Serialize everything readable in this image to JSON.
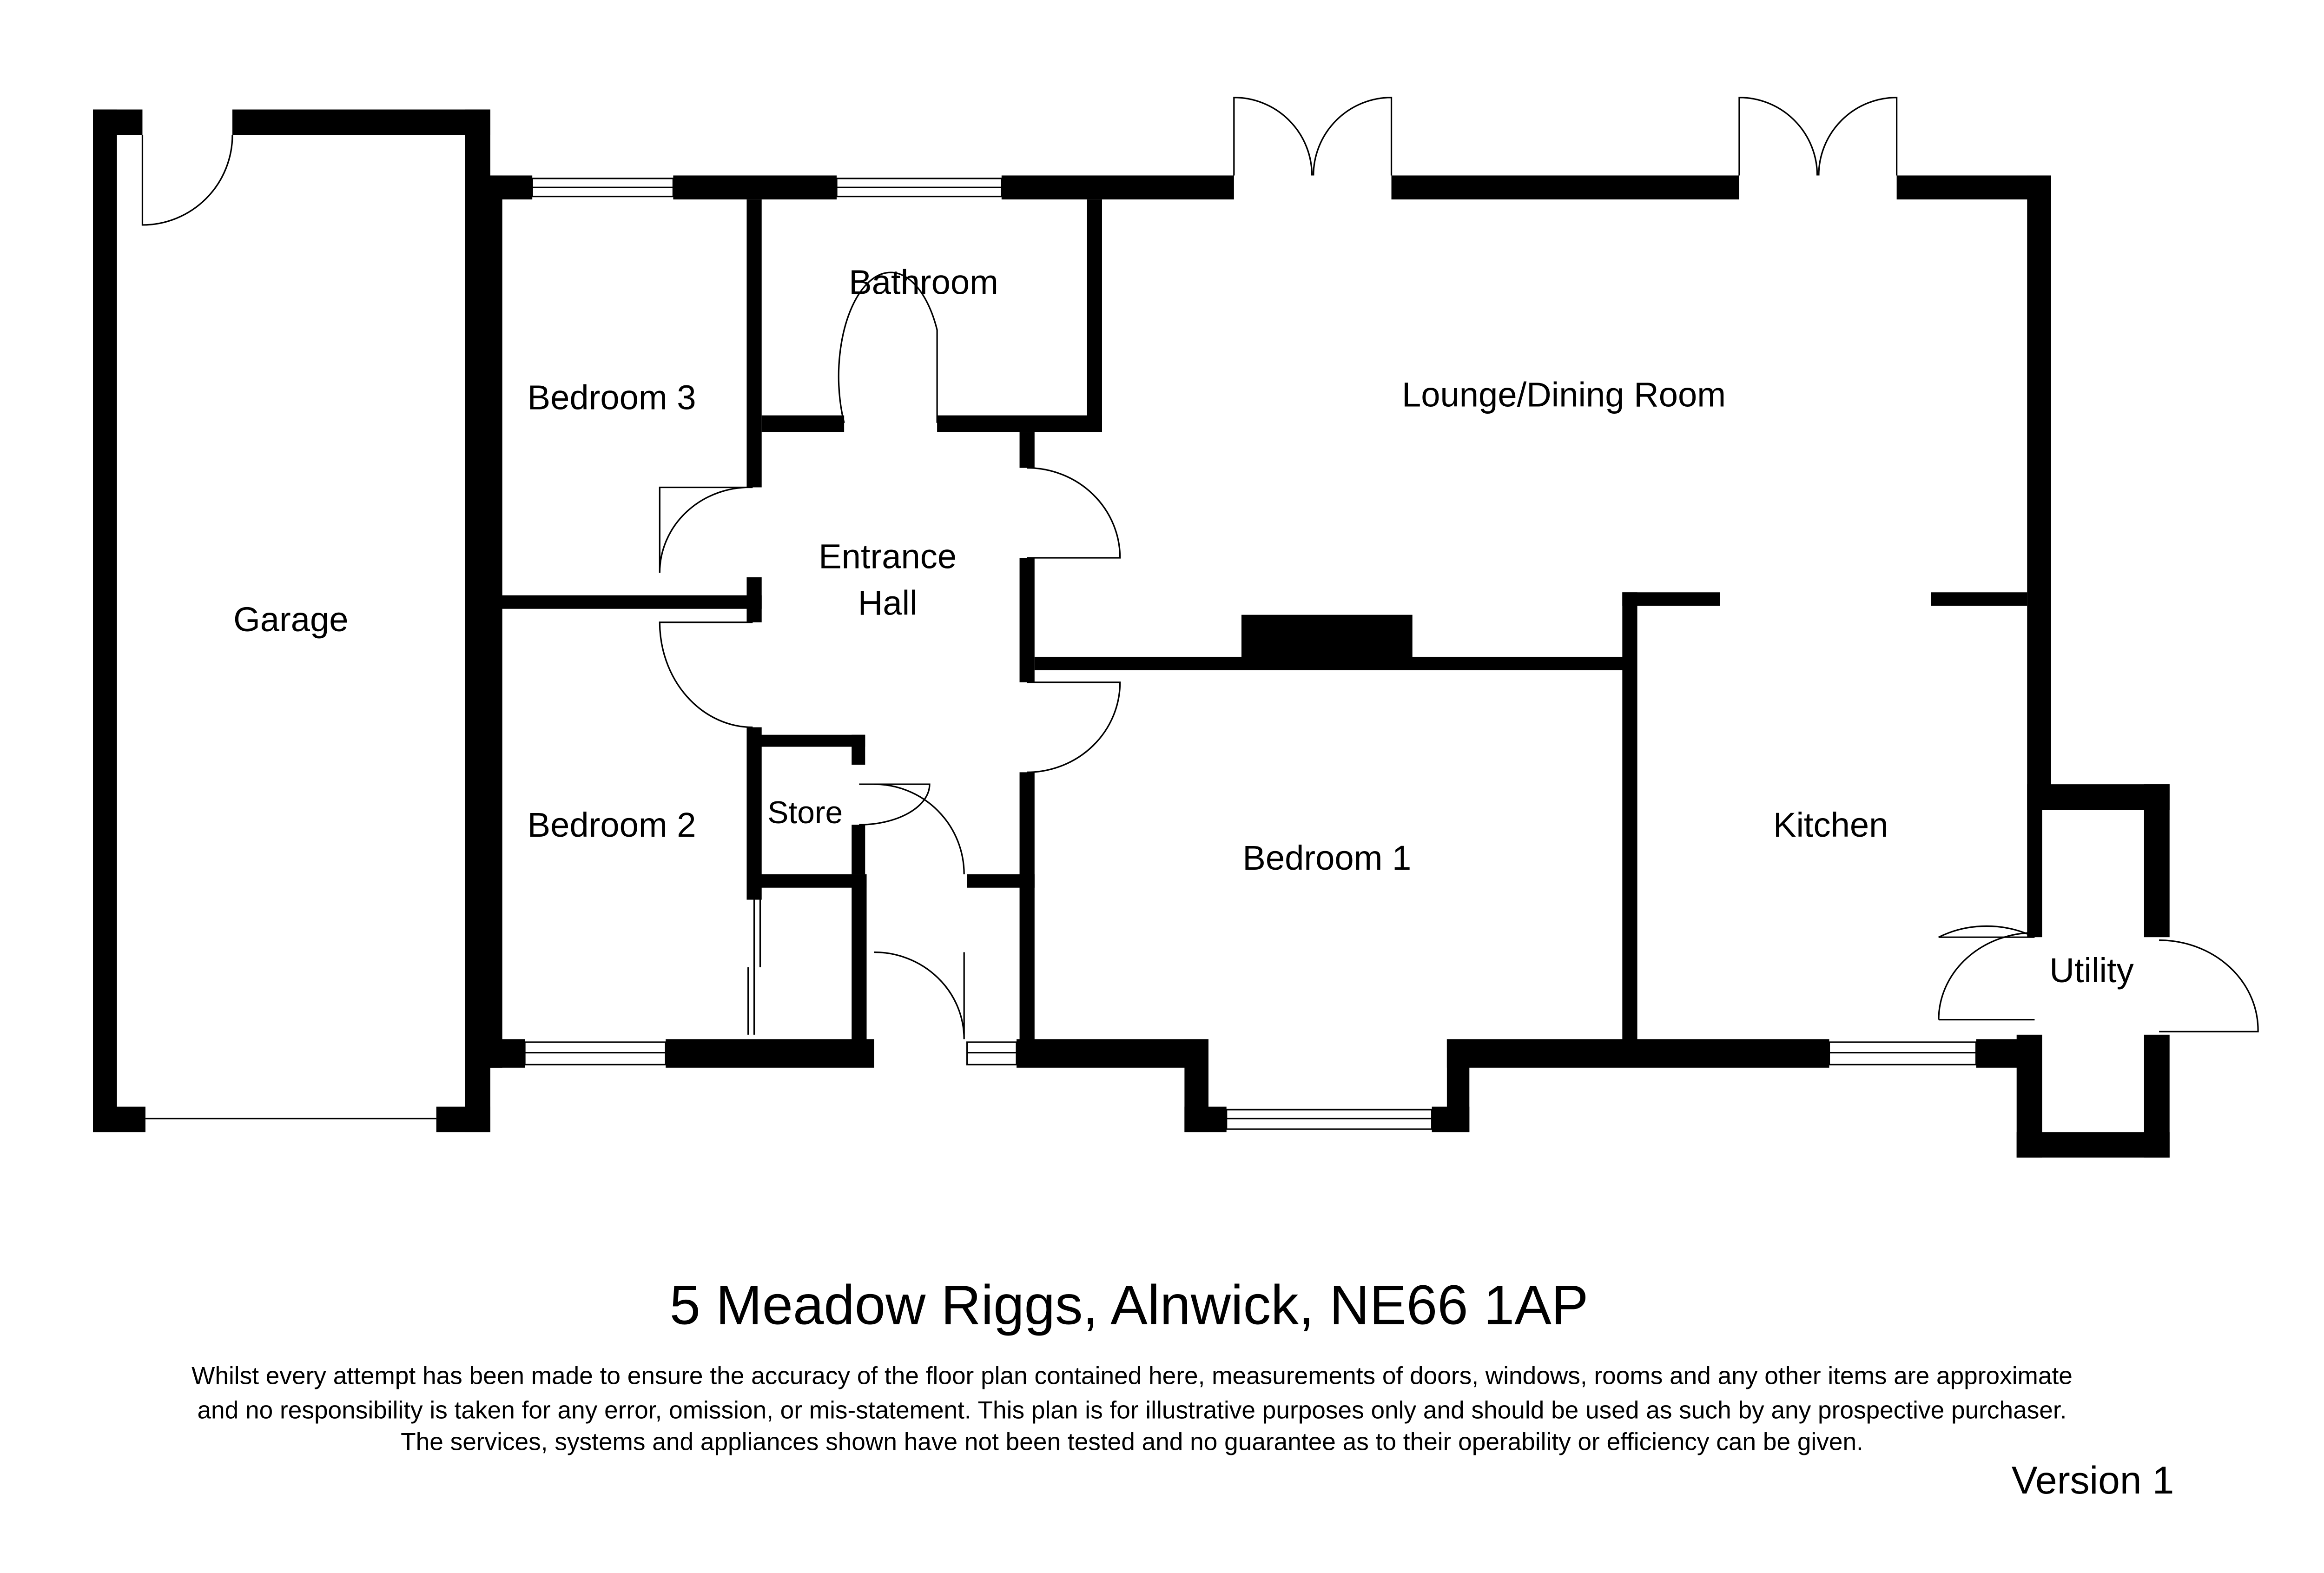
{
  "rooms": {
    "garage": "Garage",
    "bedroom3": "Bedroom 3",
    "bathroom": "Bathroom",
    "lounge": "Lounge/Dining Room",
    "entrance_hall_line1": "Entrance",
    "entrance_hall_line2": "Hall",
    "bedroom2": "Bedroom 2",
    "store": "Store",
    "bedroom1": "Bedroom 1",
    "kitchen": "Kitchen",
    "utility": "Utility"
  },
  "title": "5 Meadow Riggs, Alnwick, NE66 1AP",
  "disclaimer": [
    "Whilst every attempt has been made to ensure the accuracy of the floor plan contained here, measurements of doors, windows, rooms and any other items are approximate",
    "and no responsibility is taken for any error, omission, or mis-statement. This plan is for illustrative purposes only and should be used as such by any prospective purchaser.",
    "The services, systems and appliances shown have not been tested and no guarantee as to their operability or efficiency can be given."
  ],
  "version": "Version 1"
}
